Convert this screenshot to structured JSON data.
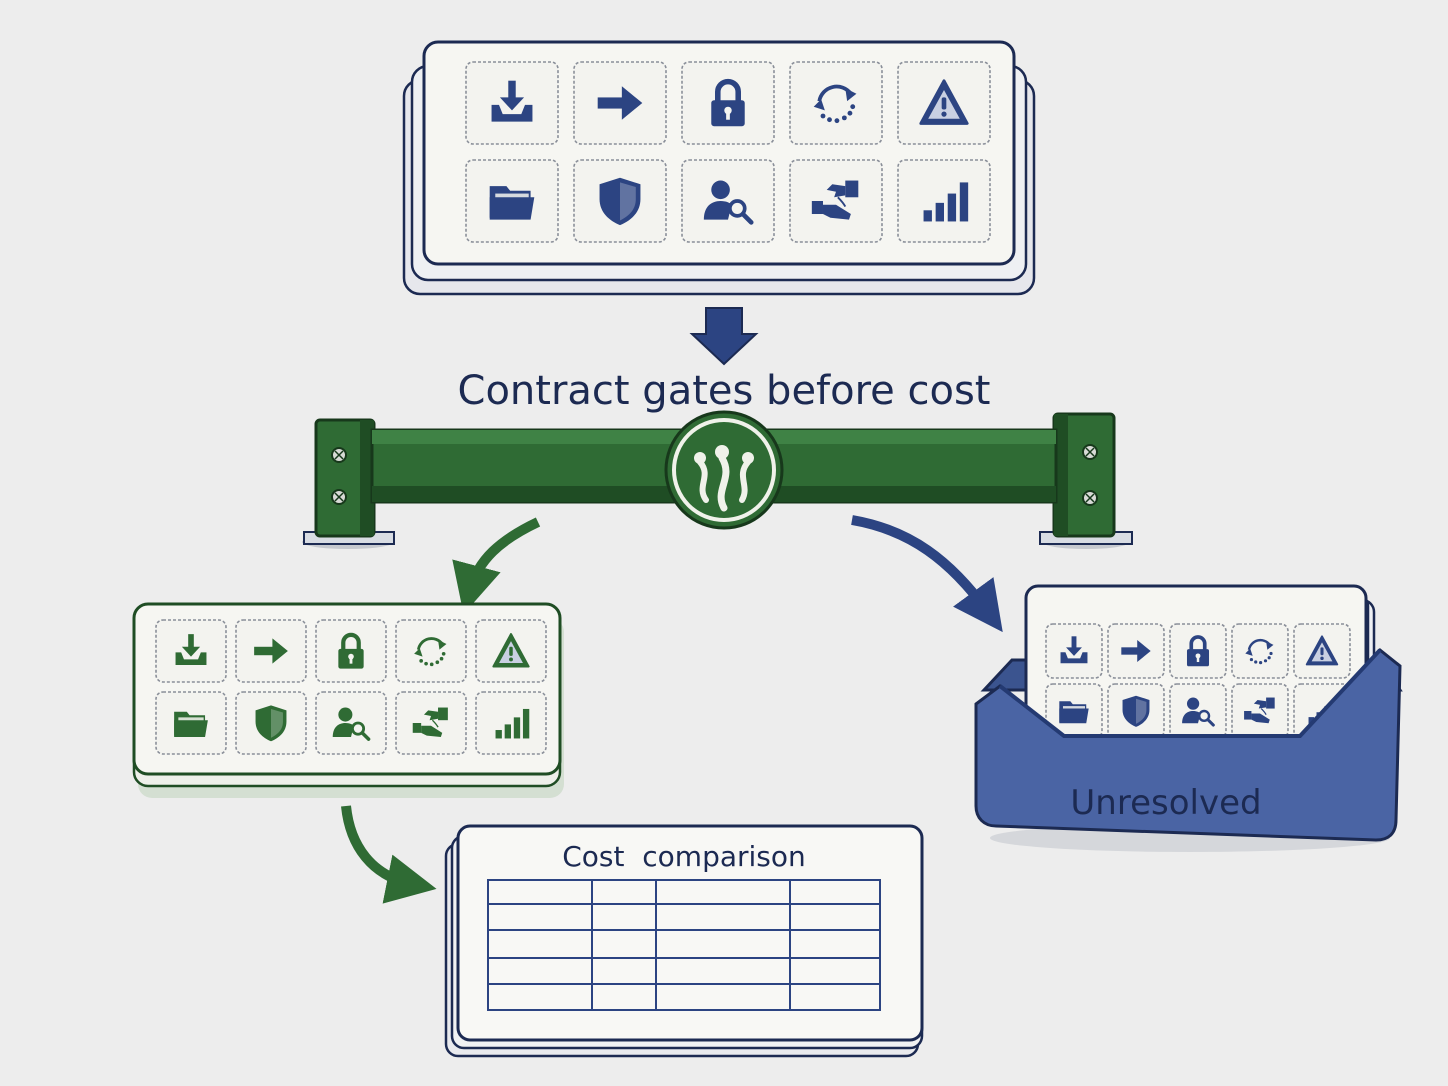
{
  "title": "Contract gates before cost",
  "gate": {
    "emblem": "sprout-emblem",
    "color": "#2f6b34"
  },
  "colors": {
    "navy": "#2c4482",
    "navy_dark": "#1c2a52",
    "green": "#2f6b34",
    "green_dark": "#1f4d24",
    "paper": "#f6f6f2",
    "background": "#ededed"
  },
  "icon_set": [
    "download-tray-icon",
    "arrow-right-icon",
    "padlock-icon",
    "refresh-cycle-icon",
    "warning-icon",
    "folder-icon",
    "shield-icon",
    "user-search-icon",
    "handshake-transfer-icon",
    "bar-chart-icon"
  ],
  "cost_comparison": {
    "title": "Cost  comparison",
    "rows": 5,
    "columns": 4
  },
  "unresolved": {
    "label": "Unresolved"
  }
}
